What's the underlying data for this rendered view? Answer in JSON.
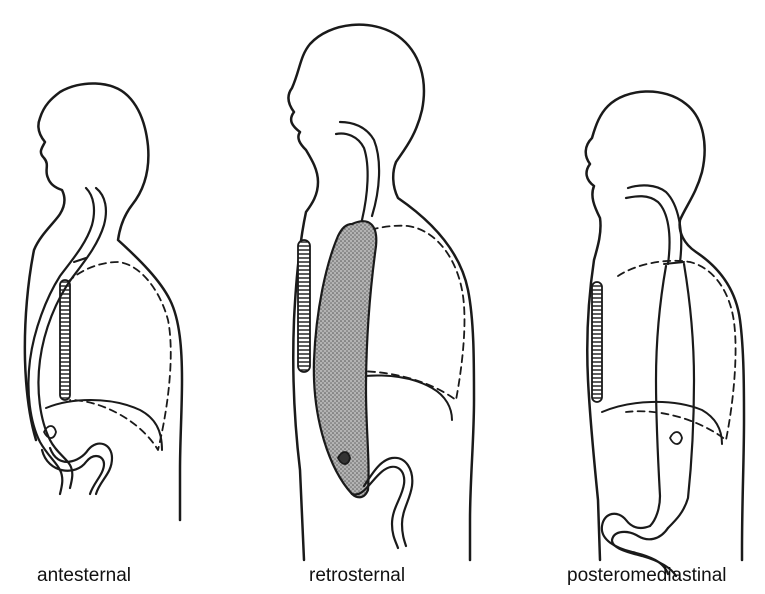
{
  "panels": [
    {
      "label": "antesternal"
    },
    {
      "label": "retrosternal"
    },
    {
      "label": "posteromediastinal"
    }
  ],
  "colors": {
    "line": "#1a1a1a",
    "shade": "#8c8c8c",
    "background": "#ffffff"
  }
}
